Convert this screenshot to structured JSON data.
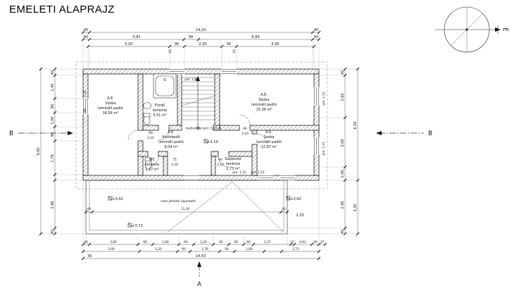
{
  "title": "EMELETI ALAPRAJZ",
  "compass": {
    "north": "É"
  },
  "sections": {
    "left": "B",
    "right": "B",
    "bottom": "A"
  },
  "dims": {
    "top1": [
      "40",
      "14,20",
      "40"
    ],
    "top2": [
      "40",
      "5,81",
      "90",
      "6,69",
      "40"
    ],
    "top3": [
      "5,00",
      "90",
      "2,30",
      "90",
      "5,90"
    ],
    "top3_small": [
      "10",
      "10"
    ],
    "left_total": [
      "9,00"
    ],
    "left_chain": [
      "40",
      "1,45",
      "90",
      "1,00",
      "90",
      "1,78"
    ],
    "left_lower": [
      "2,90",
      "40"
    ],
    "right_chain": [
      "40",
      "2,60",
      "3,00",
      "1,40"
    ],
    "right_lower": [
      "2,90",
      "40"
    ],
    "right_total": [
      "6,50",
      "3,30"
    ],
    "bottom1": [
      "40",
      "3,00",
      "90",
      "1,60",
      "90",
      "1,20",
      "95",
      "90",
      "60",
      "2,37",
      "10",
      "4,63",
      "40",
      "27"
    ],
    "bottom2": [
      "3,44",
      "1,20",
      "90",
      "1,78",
      "90",
      "1,80",
      "2,73"
    ],
    "bottom3": [
      "36",
      "14,43"
    ],
    "terrace": [
      "40",
      "11,30",
      "40"
    ]
  },
  "levels": [
    "+3,19",
    "+3,42",
    "+3,42",
    "+3,72",
    "2,33"
  ],
  "notes": {
    "terrace": "nem járható lapostető",
    "parapet": "mellvédfal pm: 1,10 m"
  },
  "rooms": {
    "szoba1": {
      "lines": [
        "A.É.",
        "Szoba",
        "laminált padló",
        "16,56 m²"
      ]
    },
    "furdo": {
      "lines": [
        "Fürdő",
        "kerámia",
        "5,51 m²"
      ]
    },
    "szoba2": {
      "lines": [
        "A.É.",
        "Szoba",
        "laminált padló",
        "15,36 m²"
      ]
    },
    "szoba3": {
      "lines": [
        "A.É.",
        "Szoba",
        "laminált padló",
        "12,97 m²"
      ]
    },
    "kozlekedo": {
      "lines": [
        "A.É.",
        "Közlekedő",
        "laminált padló",
        "9,04 m²"
      ]
    },
    "wc": {
      "lines": [
        "WC",
        "kerámia",
        "1,27 m²"
      ]
    },
    "gepeszet": {
      "lines": [
        "Gépészet",
        "kerámia",
        "2,73 m²"
      ]
    }
  },
  "door_tags": [
    "90",
    "2,10",
    "90",
    "2,10",
    "75",
    "2,10",
    "90",
    "2,10"
  ],
  "window_tags_h": [
    "pm: 1,80",
    "pm: 1,15",
    "pm: 1,15"
  ],
  "window_tags_v": [
    "pm: 1,15",
    "pm: 1,15",
    "1,20",
    "90"
  ]
}
